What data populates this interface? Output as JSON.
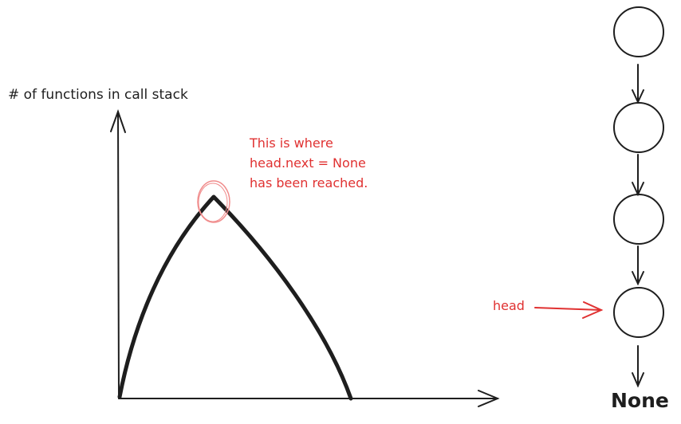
{
  "y_axis_label": "# of functions in call stack",
  "annotation": {
    "lines": [
      "This is where",
      "head.next = None",
      "has been reached."
    ]
  },
  "linked_list": {
    "node_count": 4,
    "head_label": "head",
    "terminal_label": "None"
  },
  "colors": {
    "ink": "#1e1e1e",
    "accent": "#e03131",
    "accent_light": "#f08c8c"
  }
}
